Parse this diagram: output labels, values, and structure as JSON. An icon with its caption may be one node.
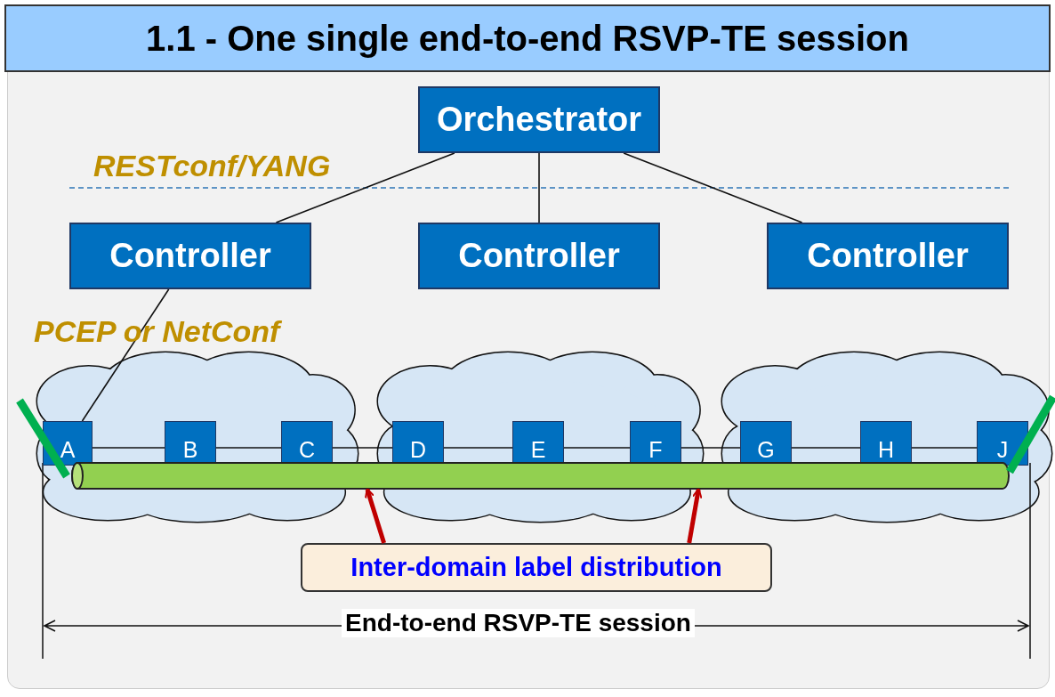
{
  "diagram": {
    "title": "1.1 - One single end-to-end RSVP-TE session",
    "nodes": [
      {
        "text": [
          "Orchestrator"
        ]
      },
      {
        "text": [
          "Controller"
        ]
      },
      {
        "text": [
          "Controller"
        ]
      },
      {
        "text": [
          "Controller"
        ]
      },
      {
        "text": [],
        "shape": "cloud"
      },
      {
        "text": [],
        "shape": "cloud"
      },
      {
        "text": [],
        "shape": "cloud"
      },
      {
        "text": [
          "A"
        ],
        "in": 4
      },
      {
        "text": [
          "B"
        ],
        "in": 4
      },
      {
        "text": [
          "C"
        ],
        "in": 4
      },
      {
        "text": [
          "D"
        ],
        "in": 5
      },
      {
        "text": [
          "E"
        ],
        "in": 5
      },
      {
        "text": [
          "F"
        ],
        "in": 5
      },
      {
        "text": [
          "G"
        ],
        "in": 6
      },
      {
        "text": [
          "H"
        ],
        "in": 6
      },
      {
        "text": [
          "J"
        ],
        "in": 6
      },
      {
        "text": [],
        "shape": "bar"
      },
      {
        "text": [
          "Inter-domain label distribution"
        ]
      }
    ],
    "edges": [
      {
        "from": 0,
        "to": 1,
        "arrow": "none"
      },
      {
        "from": 0,
        "to": 2,
        "arrow": "none"
      },
      {
        "from": 0,
        "to": 3,
        "arrow": "none"
      },
      {
        "from": 1,
        "to": 7,
        "arrow": "none"
      },
      {
        "from": 7,
        "to": 8,
        "arrow": "none"
      },
      {
        "from": 8,
        "to": 9,
        "arrow": "none"
      },
      {
        "from": 9,
        "to": 10,
        "arrow": "none"
      },
      {
        "from": 10,
        "to": 11,
        "arrow": "none"
      },
      {
        "from": 11,
        "to": 12,
        "arrow": "none"
      },
      {
        "from": 12,
        "to": 13,
        "arrow": "none"
      },
      {
        "from": 13,
        "to": 14,
        "arrow": "none"
      },
      {
        "from": 14,
        "to": 15,
        "arrow": "none"
      },
      {
        "from": 17,
        "to": 16,
        "arrow": "to",
        "style": "thick",
        "color": "#c00000"
      },
      {
        "from": 17,
        "to": 16,
        "arrow": "to",
        "style": "thick",
        "color": "#c00000"
      }
    ],
    "labels": [
      "RESTconf/YANG",
      "PCEP or NetConf",
      "End-to-end RSVP-TE session"
    ]
  }
}
